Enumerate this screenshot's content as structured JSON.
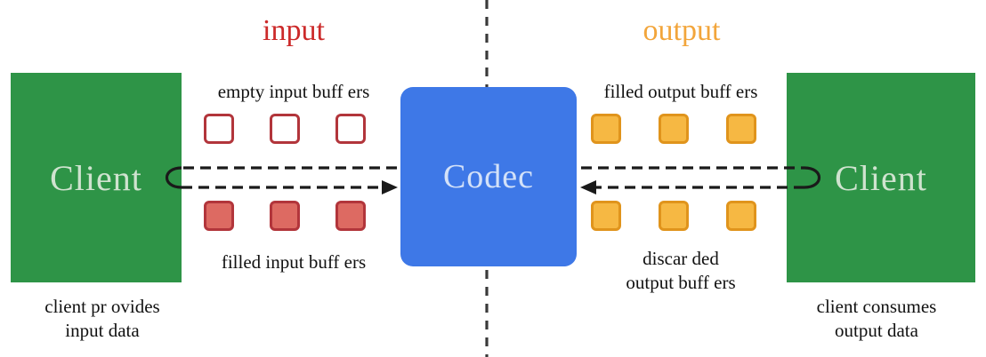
{
  "labels": {
    "input_section": "input",
    "output_section": "output",
    "empty_input_buffers": "empty input buff ers",
    "filled_input_buffers": "filled input buff ers",
    "filled_output_buffers": "filled output buff ers",
    "discarded_line1": "discar ded",
    "discarded_line2": "output buff ers",
    "client_left": "Client",
    "client_right": "Client",
    "codec": "Codec",
    "caption_left_line1": "client pr ovides",
    "caption_left_line2": "input data",
    "caption_right_line1": "client consumes",
    "caption_right_line2": "output data"
  },
  "colors": {
    "client_box": "#2e9447",
    "client_text": "#cfe3cf",
    "codec_box": "#3e78e7",
    "codec_text": "#d3e1f8",
    "input_label": "#cc2a2a",
    "output_label": "#f2a53b",
    "empty_buffer_fill": "#ffffff",
    "input_buffer_border": "#b2353b",
    "filled_input_buffer_fill": "#dd6a62",
    "output_buffer_fill": "#f6b843",
    "output_buffer_border": "#e0941c",
    "dashed_line": "#3a3a3a",
    "arrow": "#1a1a1a"
  },
  "buffers": {
    "empty_input": {
      "count": 3,
      "type": "empty-input"
    },
    "filled_input": {
      "count": 3,
      "type": "filled-input"
    },
    "filled_output": {
      "count": 3,
      "type": "output"
    },
    "discarded_output": {
      "count": 3,
      "type": "output"
    }
  }
}
